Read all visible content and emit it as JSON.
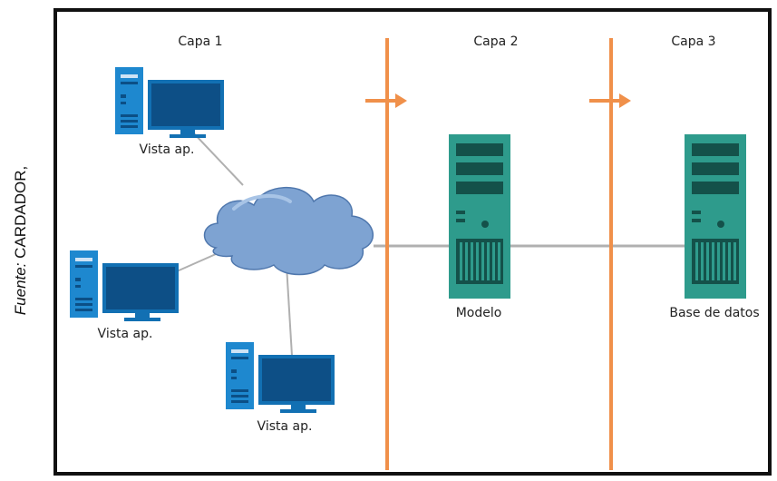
{
  "caption": {
    "source_label": "Fuente:",
    "source_name": "CARDADOR,"
  },
  "layers": {
    "layer1": "Capa 1",
    "layer2": "Capa 2",
    "layer3": "Capa 3"
  },
  "clients": {
    "client_label": "Vista ap."
  },
  "servers": {
    "model_label": "Modelo",
    "database_label": "Base de datos"
  },
  "colors": {
    "frame": "#111111",
    "divider": "#f0904a",
    "server": "#2e9b8c",
    "monitor": "#1270b3",
    "cloud": "#7ea3d2",
    "link": "#b0b0b0"
  }
}
